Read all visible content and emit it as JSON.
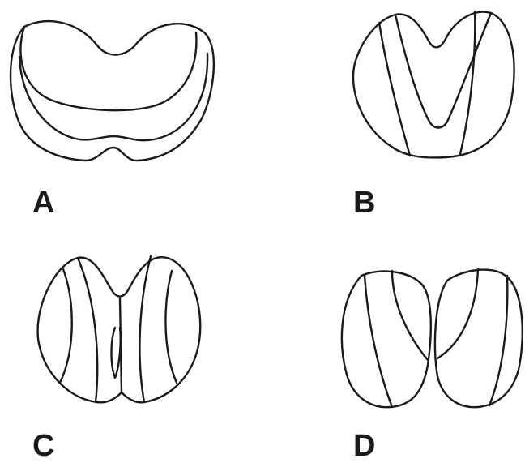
{
  "panels": [
    {
      "id": "a",
      "label": "A"
    },
    {
      "id": "b",
      "label": "B"
    },
    {
      "id": "c",
      "label": "C"
    },
    {
      "id": "d",
      "label": "D"
    }
  ]
}
